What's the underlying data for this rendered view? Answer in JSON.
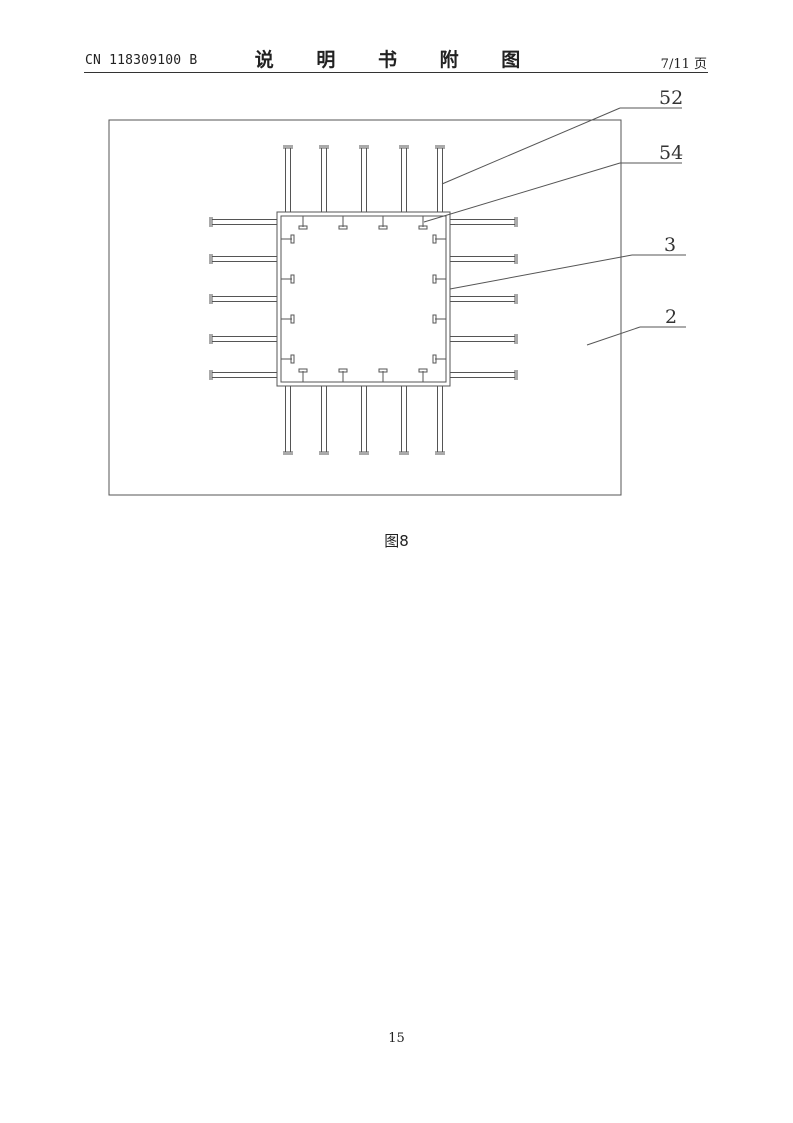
{
  "header": {
    "doc_number": "CN 118309100 B",
    "section_title": "说 明 书 附 图",
    "page_indicator": "7/11 页"
  },
  "figure": {
    "caption": "图8",
    "labels": [
      "52",
      "54",
      "3",
      "2"
    ]
  },
  "footer": {
    "page_number": "15"
  }
}
